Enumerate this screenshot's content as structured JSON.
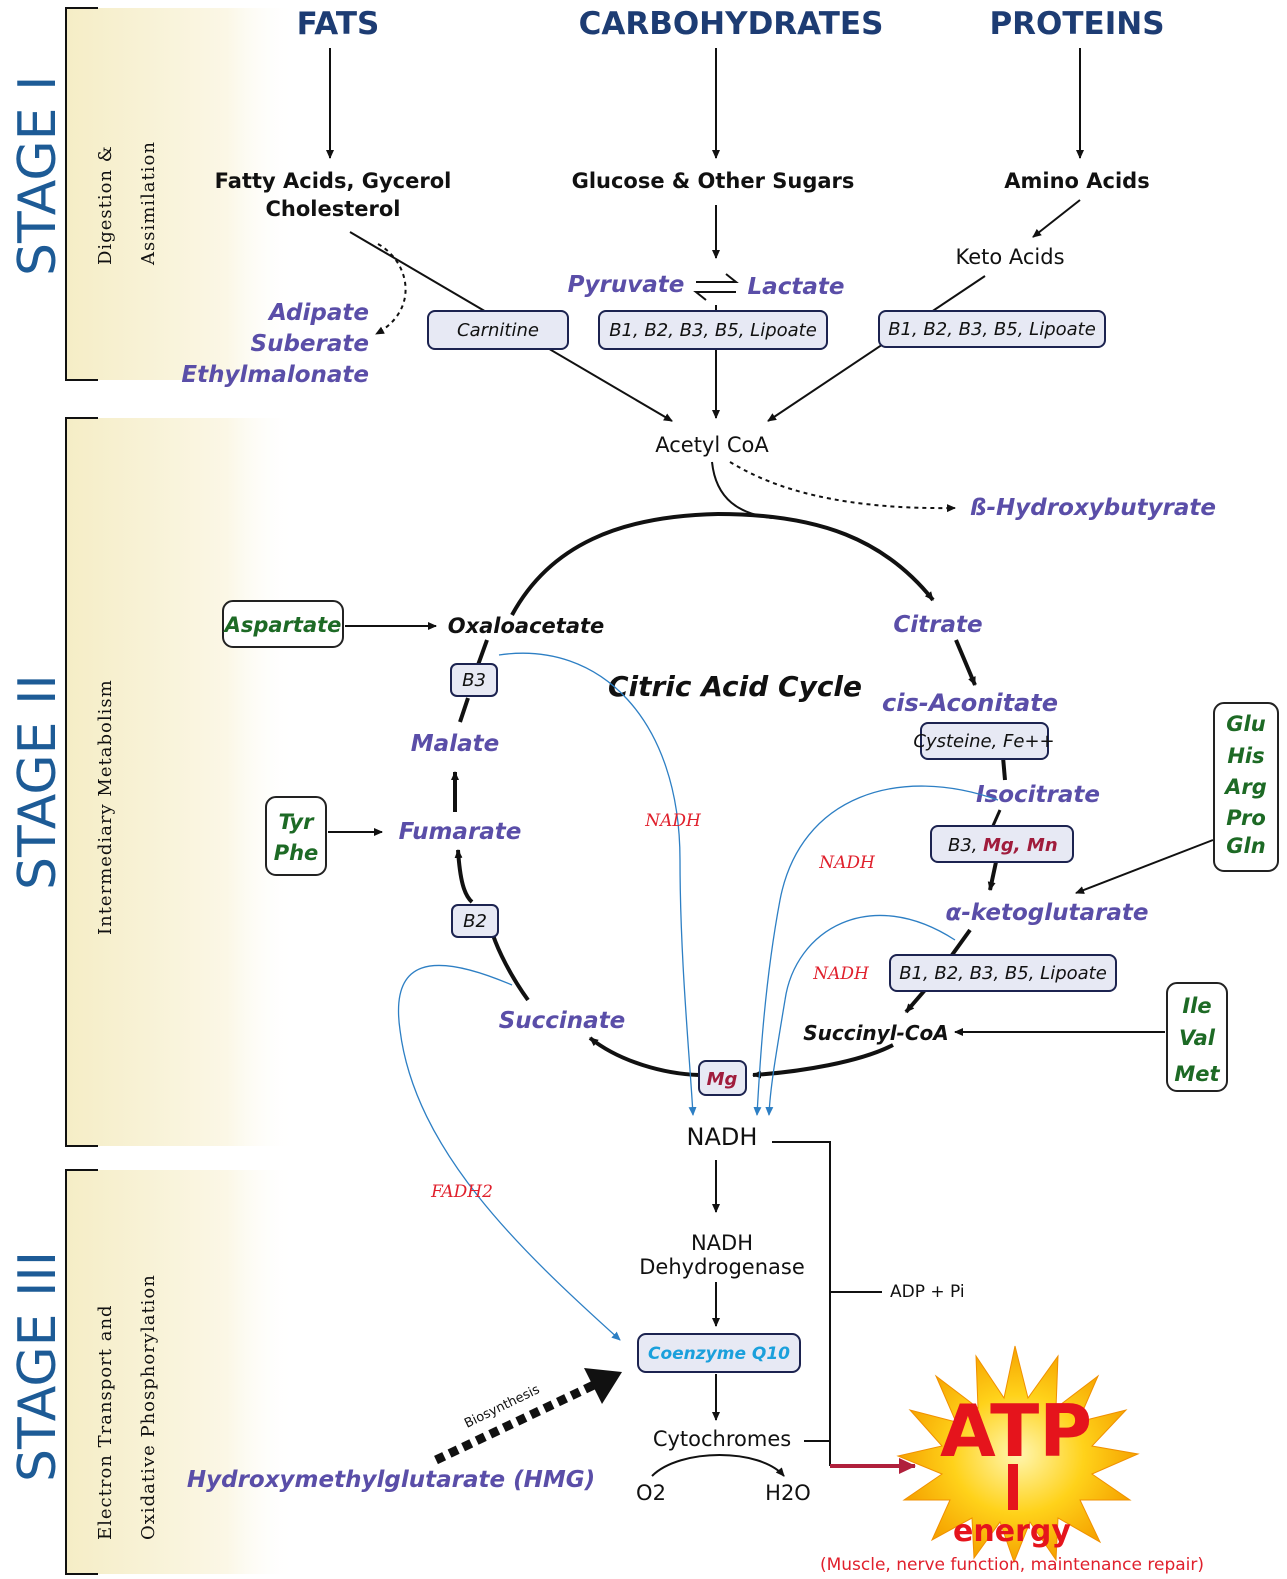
{
  "stages": {
    "stage1": "STAGE I",
    "stage2": "STAGE II",
    "stage3": "STAGE III",
    "stage1_sub_line1": "Digestion &",
    "stage1_sub_line2": "Assimilation",
    "stage2_sub": "Intermediary Metabolism",
    "stage3_sub_line1": "Electron Transport and",
    "stage3_sub_line2": "Oxidative Phosphorylation"
  },
  "headers": {
    "fats": "FATS",
    "carbs": "CARBOHYDRATES",
    "proteins": "PROTEINS"
  },
  "stage1": {
    "fatty_acids": "Fatty Acids, Gycerol",
    "cholesterol": "Cholesterol",
    "glucose": "Glucose & Other Sugars",
    "amino_acids": "Amino Acids",
    "keto_acids": "Keto Acids",
    "pyruvate": "Pyruvate",
    "lactate": "Lactate",
    "adipate": "Adipate",
    "suberate": "Suberate",
    "ethylmalonate": "Ethylmalonate",
    "carnitine": "Carnitine",
    "cofactors": "B1, B2, B3, B5, Lipoate",
    "acetyl_coa": "Acetyl CoA",
    "hydroxybutyrate": "ß-Hydroxybutyrate"
  },
  "cycle": {
    "title": "Citric Acid Cycle",
    "oxaloacetate": "Oxaloacetate",
    "citrate": "Citrate",
    "cis_aconitate": "cis-Aconitate",
    "isocitrate": "Isocitrate",
    "alpha_kg": "α-ketoglutarate",
    "succinyl_coa": "Succinyl-CoA",
    "succinate": "Succinate",
    "fumarate": "Fumarate",
    "malate": "Malate",
    "aspartate": "Aspartate",
    "tyr": "Tyr",
    "phe": "Phe",
    "glu_group": [
      "Glu",
      "His",
      "Arg",
      "Pro",
      "Gln"
    ],
    "ile_group": [
      "Ile",
      "Val",
      "Met"
    ],
    "b3": "B3",
    "b2": "B2",
    "mg": "Mg",
    "cysteine": "Cysteine, Fe++",
    "b3_mg_mn_a": "B3,",
    "b3_mg_mn_b": "Mg, Mn",
    "cofactors2": "B1, B2, B3, B5, Lipoate",
    "nadh_label": "NADH"
  },
  "stage3": {
    "nadh": "NADH",
    "fadh2": "FADH2",
    "nadh_dehydro_1": "NADH",
    "nadh_dehydro_2": "Dehydrogenase",
    "coq10": "Coenzyme Q10",
    "cytochromes": "Cytochromes",
    "o2": "O2",
    "h2o": "H2O",
    "adp": "ADP +  Pi",
    "biosynthesis": "Biosynthesis",
    "hmg": "Hydroxymethylglutarate (HMG)",
    "atp": "ATP",
    "energy": "energy",
    "energy_note": "(Muscle, nerve function, maintenance repair)"
  },
  "colors": {
    "header_blue": "#1d3c73",
    "stage_blue": "#1d5b96",
    "purple": "#5a4ea8",
    "green": "#1d6a25",
    "red": "#e0202c",
    "crimson": "#a01c3c",
    "arrow_blue": "#2d7fc4",
    "coq_cyan": "#1aa0dc"
  }
}
